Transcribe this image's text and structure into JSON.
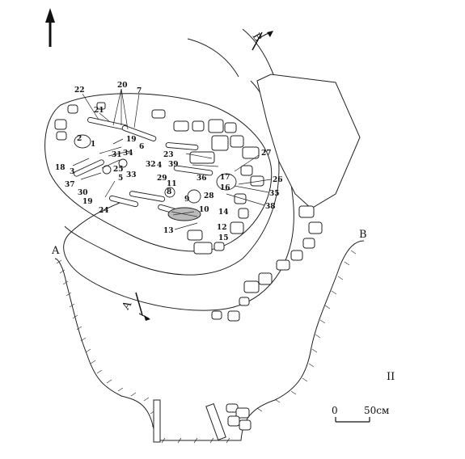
{
  "section_letters": {
    "a_left": "A",
    "b_right": "B",
    "a_arrow": "A",
    "b_arrow": "B"
  },
  "section_number": "II",
  "scale_bar": {
    "zero": "0",
    "end": "50см"
  },
  "find_labels": {
    "n1": "1",
    "n2": "2",
    "n3": "3",
    "n4": "4",
    "n5": "5",
    "n6": "6",
    "n7": "7",
    "n8": "8",
    "n9": "9",
    "n10": "10",
    "n11": "11",
    "n12": "12",
    "n13": "13",
    "n14": "14",
    "n15": "15",
    "n16": "16",
    "n17": "17",
    "n18": "18",
    "n19a": "19",
    "n19b": "19",
    "n20": "20",
    "n21": "21",
    "n22": "22",
    "n23": "23",
    "n24": "24",
    "n25": "25",
    "n26": "26",
    "n27": "27",
    "n28": "28",
    "n29": "29",
    "n30": "30",
    "n31": "31",
    "n32": "32",
    "n33": "33",
    "n34": "34",
    "n35": "35",
    "n36": "36",
    "n37": "37",
    "n38": "38",
    "n39": "39"
  }
}
